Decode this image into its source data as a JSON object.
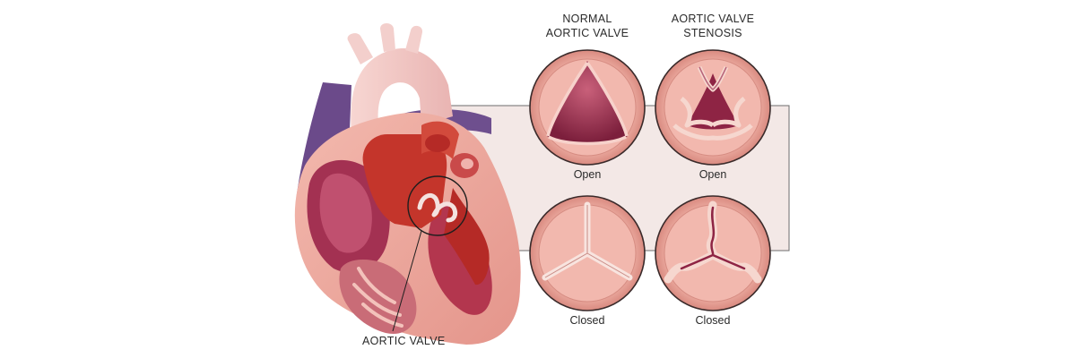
{
  "headers": {
    "normal_line1": "NORMAL",
    "normal_line2": "AORTIC VALVE",
    "stenosis_line1": "AORTIC VALVE",
    "stenosis_line2": "STENOSIS"
  },
  "states": {
    "normal_open": "Open",
    "stenosis_open": "Open",
    "normal_closed": "Closed",
    "stenosis_closed": "Closed"
  },
  "callout": {
    "label": "AORTIC VALVE"
  },
  "colors": {
    "tissue_pink": "#e9a39b",
    "tissue_light": "#f6d3cc",
    "aorta_red": "#c4352b",
    "chamber_dark": "#9a2a45",
    "vein_purple": "#6b4a8a",
    "panel_bg": "#f3e8e6"
  }
}
